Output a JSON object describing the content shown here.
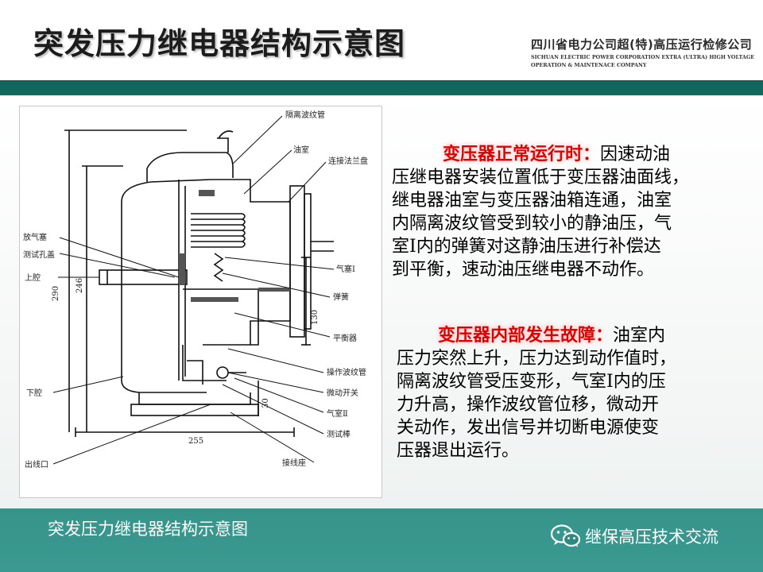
{
  "header": {
    "title": "突发压力继电器结构示意图",
    "company_cn": "四川省电力公司超(特)高压运行检修公司",
    "company_en_line1": "SICHUAN ELECTRIC POWER CORPORATION EXTRA (ULTRA) HIGH VOLTAGE",
    "company_en_line2": "OPERATION & MAINTENACE COMPANY"
  },
  "diagram": {
    "labels": {
      "isolating_bellows": "隔离波纹管",
      "oil_chamber": "油室",
      "flange": "连接法兰盘",
      "air_plug": "放气塞",
      "test_hole_cover": "测试孔盖",
      "upper_cavity": "上腔",
      "air_chamber_1": "气塞Ⅰ",
      "spring": "弹簧",
      "balancer": "平衡器",
      "operating_bellows": "操作波纹管",
      "lower_cavity": "下腔",
      "micro_switch": "微动开关",
      "air_chamber_2": "气室Ⅱ",
      "test_rod": "测试棒",
      "outlet": "出线口",
      "terminal_base": "接线座"
    },
    "dimensions": {
      "d290": "290",
      "d246": "246",
      "d130": "130",
      "d30": "30",
      "d255": "255"
    }
  },
  "paragraph1": {
    "heading": "变压器正常运行时：",
    "l1": "因速动油",
    "l2": "压继电器安装位置低于变压器油面线，",
    "l3": "继电器油室与变压器油箱连通，油室",
    "l4": "内隔离波纹管受到较小的静油压，气",
    "l5": "室Ⅰ内的弹簧对这静油压进行补偿达",
    "l6": "到平衡，速动油压继电器不动作。"
  },
  "paragraph2": {
    "heading": "变压器内部发生故障：",
    "l1": "油室内",
    "l2": "压力突然上升，压力达到动作值时，",
    "l3": "隔离波纹管受压变形，气室Ⅰ内的压",
    "l4": "力升高，操作波纹管位移，微动开",
    "l5": "关动作，发出信号并切断电源使变",
    "l6": "压器退出运行。"
  },
  "caption": "突发压力继电器结构示意图",
  "watermark": "继保高压技术交流",
  "colors": {
    "teal": "#2d8a80",
    "highlight_red": "#e00000"
  }
}
